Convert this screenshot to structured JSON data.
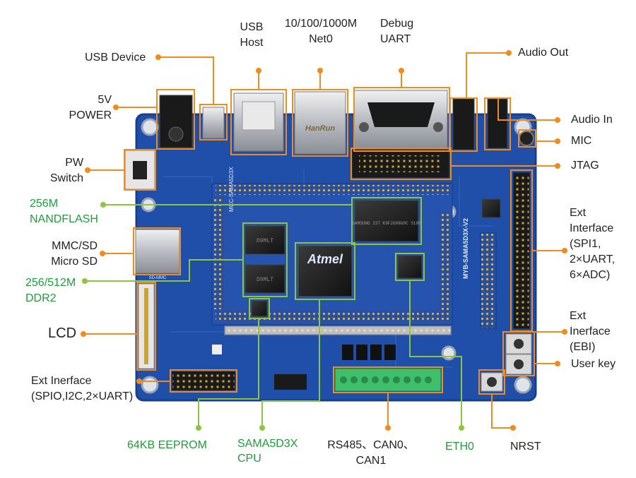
{
  "colors": {
    "callout_orange": "#f08c1e",
    "callout_green": "#8cc63f",
    "green_text": "#1f9d3a",
    "pcb_blue": "#1f4fa8",
    "pcb_edge": "#173f8f",
    "silkscreen": "#dfe8ff"
  },
  "labels": {
    "usb_device": "USB Device",
    "usb_host_1": "USB",
    "usb_host_2": "Host",
    "net0_1": "10/100/1000M",
    "net0_2": "Net0",
    "debug_uart_1": "Debug",
    "debug_uart_2": "UART",
    "audio_out": "Audio Out",
    "audio_in": "Audio In",
    "mic": "MIC",
    "jtag": "JTAG",
    "power_1": "5V",
    "power_2": "POWER",
    "pw_switch_1": "PW",
    "pw_switch_2": "Switch",
    "nandflash_1": "256M",
    "nandflash_2": "NANDFLASH",
    "mmc_1": "MMC/SD",
    "mmc_2": "Micro SD",
    "ddr2_1": "256/512M",
    "ddr2_2": "DDR2",
    "lcd": "LCD",
    "ext_spio_1": "Ext Inerface",
    "ext_spio_2": "(SPIO,I2C,2×UART)",
    "ext_spi_1": "Ext",
    "ext_spi_2": "Interface",
    "ext_spi_3": "(SPI1,",
    "ext_spi_4": "2×UART,",
    "ext_spi_5": "6×ADC)",
    "ext_ebi_1": "Ext",
    "ext_ebi_2": "Inerface",
    "ext_ebi_3": "(EBI)",
    "user_key": "User key",
    "eeprom": "64KB EEPROM",
    "cpu_1": "SAMA5D3X",
    "cpu_2": "CPU",
    "bus_1": "RS485、CAN0、",
    "bus_2": "CAN1",
    "eth0": "ETH0",
    "nrst": "NRST"
  },
  "board": {
    "cpu_logo": "Atmel",
    "board_name": "MYB-SAMA5D3X-V2",
    "core_name": "MCC-SAMA5D3X",
    "nand_marking": "SAMSUNG 237 K9F2G08U0C S180",
    "eth_jack_brand": "HanRun",
    "ddr_marking": "D9MLT",
    "mmc_marking": "SD-MMC"
  }
}
